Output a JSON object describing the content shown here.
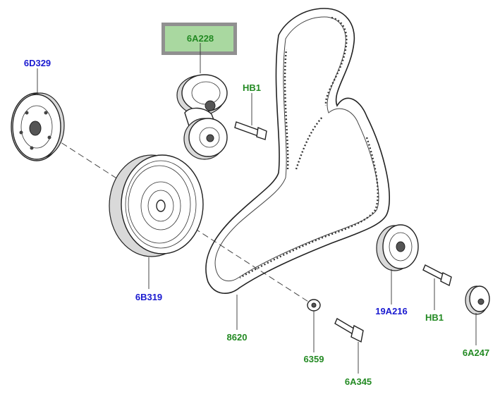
{
  "parts": {
    "tensioner": {
      "code": "6A228",
      "highlight_fill": "#a9d8a0",
      "highlight_border": "#909090",
      "color": "#238a23"
    },
    "bolt_tensioner": {
      "code": "HB1",
      "color": "#238a23"
    },
    "damper_cover": {
      "code": "6D329",
      "color": "#1a1ad0"
    },
    "crank_pulley": {
      "code": "6B319",
      "color": "#1a1ad0"
    },
    "belt": {
      "code": "8620",
      "color": "#238a23"
    },
    "washer": {
      "code": "6359",
      "color": "#238a23"
    },
    "crank_bolt": {
      "code": "6A345",
      "color": "#238a23"
    },
    "idler_pulley": {
      "code": "19A216",
      "color": "#1a1ad0"
    },
    "bolt_idler": {
      "code": "HB1",
      "color": "#238a23"
    },
    "idler_cap": {
      "code": "6A247",
      "color": "#238a23"
    }
  }
}
